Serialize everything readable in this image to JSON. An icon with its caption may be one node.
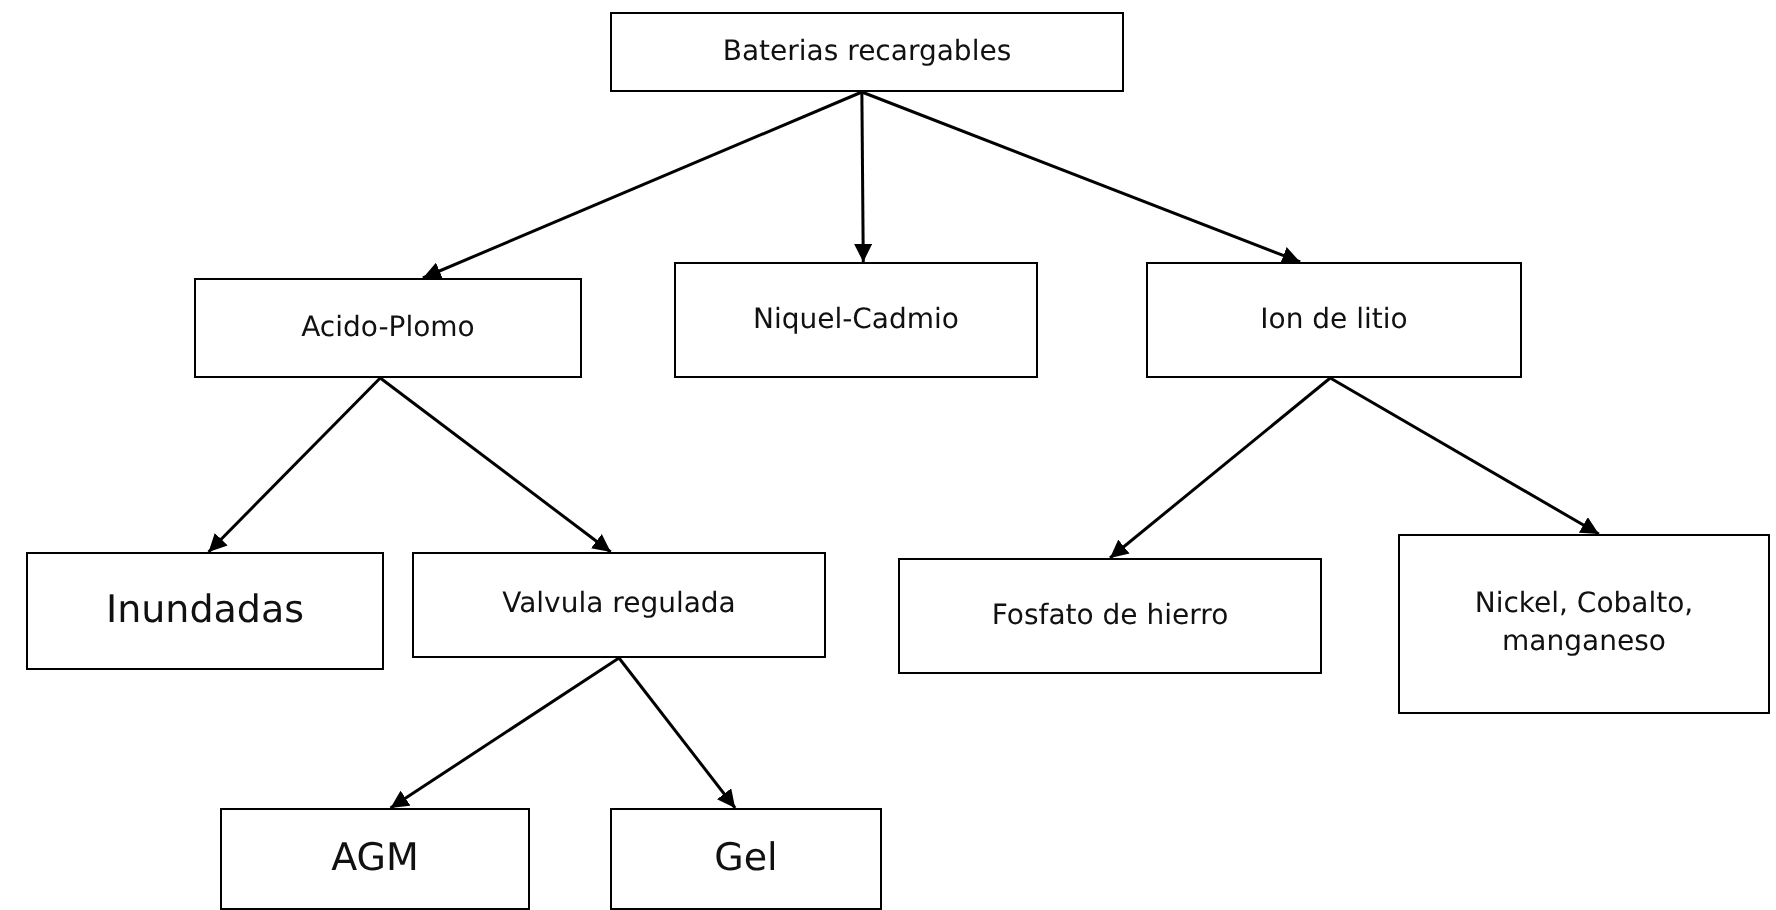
{
  "diagram": {
    "nodes": [
      {
        "text": [
          "Baterias recargables"
        ]
      },
      {
        "text": [
          "Acido-Plomo"
        ]
      },
      {
        "text": [
          "Niquel-Cadmio"
        ]
      },
      {
        "text": [
          "Ion de litio"
        ]
      },
      {
        "text": [
          "Inundadas"
        ]
      },
      {
        "text": [
          "Valvula regulada"
        ]
      },
      {
        "text": [
          "Fosfato de hierro"
        ]
      },
      {
        "text": [
          "Nickel, Cobalto, manganeso"
        ]
      },
      {
        "text": [
          "AGM"
        ]
      },
      {
        "text": [
          "Gel"
        ]
      }
    ],
    "edges": [
      {
        "from": 0,
        "to": 1,
        "arrow": "to"
      },
      {
        "from": 0,
        "to": 2,
        "arrow": "to"
      },
      {
        "from": 0,
        "to": 3,
        "arrow": "to"
      },
      {
        "from": 1,
        "to": 4,
        "arrow": "to"
      },
      {
        "from": 1,
        "to": 5,
        "arrow": "to"
      },
      {
        "from": 3,
        "to": 6,
        "arrow": "to"
      },
      {
        "from": 3,
        "to": 7,
        "arrow": "to"
      },
      {
        "from": 5,
        "to": 8,
        "arrow": "to"
      },
      {
        "from": 5,
        "to": 9,
        "arrow": "to"
      }
    ]
  }
}
